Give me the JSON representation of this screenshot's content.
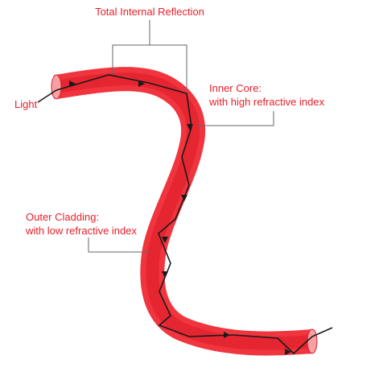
{
  "labels": {
    "tir": "Total Internal Reflection",
    "core_line1": "Inner Core:",
    "core_line2": "with high refractive index",
    "cladding_line1": "Outer Cladding:",
    "cladding_line2": "with low refractive index",
    "light": "Light"
  },
  "colors": {
    "cladding_outer": "#f0353f",
    "cladding_inner": "#e52631",
    "label_text": "#e8202a",
    "ray": "#1a1a1a",
    "leader": "#666666"
  },
  "icons": {
    "arrowhead": "arrowhead-icon"
  }
}
